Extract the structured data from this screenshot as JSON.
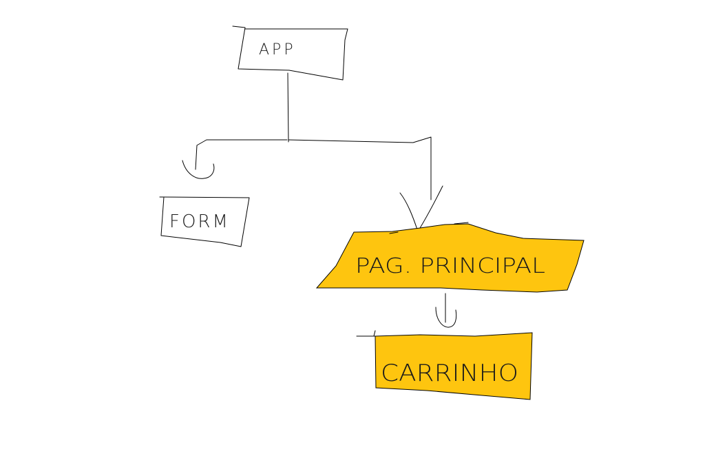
{
  "diagram": {
    "nodes": [
      {
        "id": "app",
        "label": "APP",
        "fill": "#ffffff"
      },
      {
        "id": "form",
        "label": "FORM",
        "fill": "#ffffff"
      },
      {
        "id": "pag-principal",
        "label": "PAG. PRINCIPAL",
        "fill": "#FEC50F"
      },
      {
        "id": "carrinho",
        "label": "CARRINHO",
        "fill": "#FEC50F"
      }
    ],
    "edges": [
      {
        "from": "APP",
        "to": "FORM"
      },
      {
        "from": "APP",
        "to": "PAG. PRINCIPAL"
      },
      {
        "from": "PAG. PRINCIPAL",
        "to": "CARRINHO"
      }
    ]
  },
  "colors": {
    "highlight": "#FEC50F",
    "stroke": "#000000",
    "background": "#FFFFFF"
  }
}
